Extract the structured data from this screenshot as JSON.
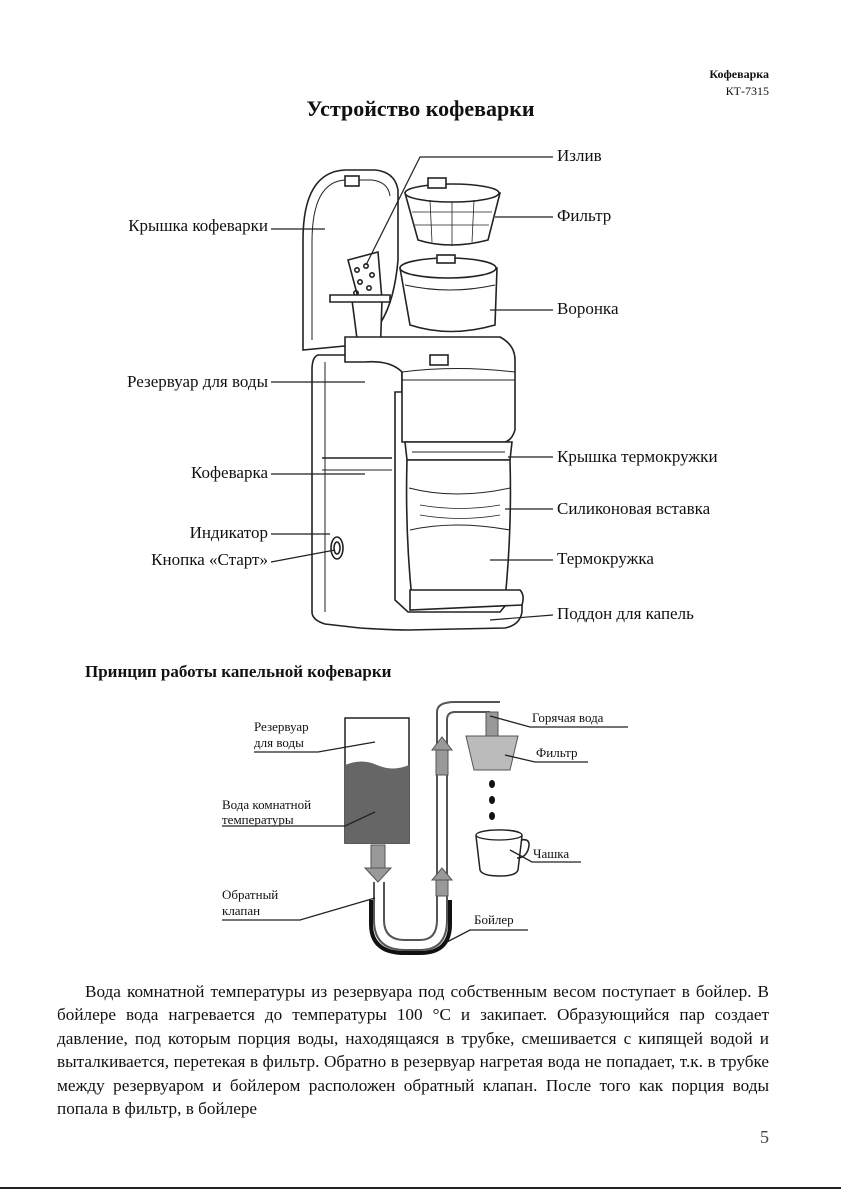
{
  "header": {
    "brand": "Кофеварка",
    "model": "КТ-7315"
  },
  "title": "Устройство кофеварки",
  "device_labels": {
    "lid": "Крышка кофеварки",
    "reservoir": "Резервуар для воды",
    "coffee_maker": "Кофеварка",
    "indicator": "Индикатор",
    "start_button": "Кнопка «Старт»",
    "spout": "Излив",
    "filter": "Фильтр",
    "funnel": "Воронка",
    "mug_lid": "Крышка термокружки",
    "silicone_insert": "Силиконовая вставка",
    "thermo_mug": "Термокружка",
    "drip_tray": "Поддон для капель"
  },
  "principle": {
    "title": "Принцип работы капельной кофеварки",
    "reservoir_line1": "Резервуар",
    "reservoir_line2": "для воды",
    "room_water_line1": "Вода комнатной",
    "room_water_line2": "температуры",
    "check_valve_line1": "Обратный",
    "check_valve_line2": "клапан",
    "boiler": "Бойлер",
    "hot_water": "Горячая вода",
    "filter": "Фильтр",
    "cup": "Чашка"
  },
  "paragraph": "Вода комнатной температуры из резервуара под собственным весом поступает в бойлер. В бойлере вода нагревается до температуры 100 °С и закипает. Образующийся пар создает давление, под которым порция воды, находящаяся в трубке, смешивается с кипящей водой и выталкивается, перетекая в фильтр. Обратно в резервуар нагретая вода не попадает, т.к. в трубке между резервуаром и бойлером расположен обратный клапан. После того как порция воды попала в фильтр, в бойлере",
  "page_number": "5"
}
